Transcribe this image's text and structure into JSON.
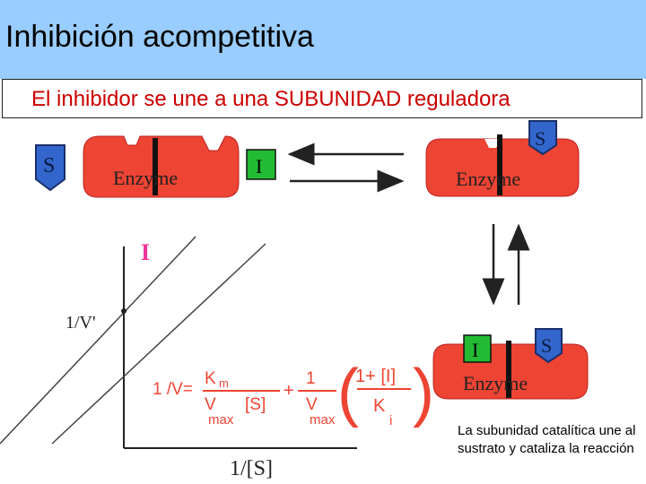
{
  "slide": {
    "title": "Inhibición acompetitiva",
    "subtitle": "El inhibidor se une a una SUBUNIDAD reguladora",
    "caption": "La subunidad catalítica une al sustrato y cataliza la reacción"
  },
  "diagram": {
    "enzyme_label": "Enzyme",
    "substrate_label": "S",
    "inhibitor_label": "I",
    "graph_marker": "I",
    "y_axis_label": "1/V'",
    "x_axis_label": "1/[S]",
    "equation": {
      "lhs": "1 /V=",
      "km": "K",
      "km_sub": "m",
      "v": "V",
      "vmax_sub": "max",
      "s": "[S]",
      "plus": "+",
      "one": "1",
      "one_plus_i": "1+ [I]",
      "ki": "K",
      "ki_sub": "i"
    }
  },
  "colors": {
    "title_bar": "#99ccff",
    "subtitle_text": "#cc0000",
    "enzyme": "#ee4433",
    "substrate": "#3366cc",
    "inhibitor": "#22bb33",
    "graph_marker": "#ee3399"
  }
}
